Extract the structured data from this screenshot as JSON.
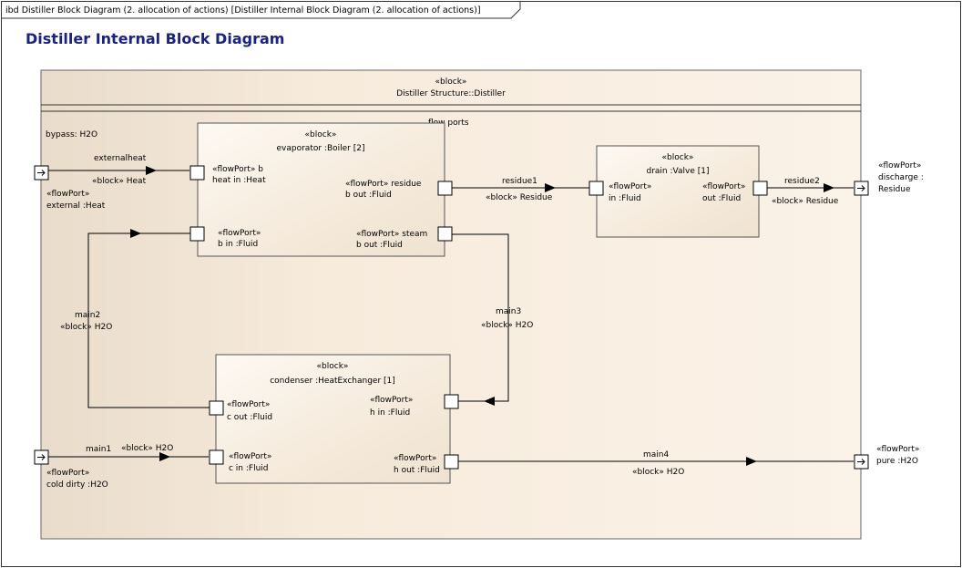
{
  "frame": {
    "tab_label": "ibd Distiller Block Diagram (2. allocation of actions) [Distiller Internal Block Diagram (2. allocation of actions)]"
  },
  "diagram_title": "Distiller Internal Block Diagram",
  "distiller": {
    "stereotype": "«block»",
    "name": "Distiller Structure::Distiller",
    "section": "flow ports",
    "bypass": "bypass: H2O"
  },
  "evaporator": {
    "stereotype": "«block»",
    "name": "evaporator :Boiler [2]",
    "ports": {
      "heat_in": [
        "«flowPort» b",
        "heat in :Heat"
      ],
      "residue_out": [
        "«flowPort» residue",
        "b out :Fluid"
      ],
      "b_in": [
        "«flowPort»",
        "b in :Fluid"
      ],
      "steam_out": [
        "«flowPort» steam",
        "b out :Fluid"
      ]
    }
  },
  "drain": {
    "stereotype": "«block»",
    "name": "drain :Valve [1]",
    "ports": {
      "in": [
        "«flowPort»",
        "in :Fluid"
      ],
      "out": [
        "«flowPort»",
        "out :Fluid"
      ]
    }
  },
  "condenser": {
    "stereotype": "«block»",
    "name": "condenser :HeatExchanger [1]",
    "ports": {
      "c_out": [
        "«flowPort»",
        "c out :Fluid"
      ],
      "h_in": [
        "«flowPort»",
        "h in :Fluid"
      ],
      "c_in": [
        "«flowPort»",
        "c in :Fluid"
      ],
      "h_out": [
        "«flowPort»",
        "h out :Fluid"
      ]
    }
  },
  "external_ports": {
    "external": [
      "«flowPort»",
      "external :Heat"
    ],
    "cold_dirty": [
      "«flowPort»",
      "cold dirty :H2O"
    ],
    "discharge": [
      "«flowPort»",
      "discharge :",
      "Residue"
    ],
    "pure": [
      "«flowPort»",
      "pure :H2O"
    ]
  },
  "connectors": {
    "externalheat": {
      "name": "externalheat",
      "type": "«block» Heat"
    },
    "residue1": {
      "name": "residue1",
      "type": "«block» Residue"
    },
    "residue2": {
      "name": "residue2",
      "type": "«block» Residue"
    },
    "main1": {
      "name": "main1",
      "type": "«block» H2O"
    },
    "main2": {
      "name": "main2",
      "type": "«block» H2O"
    },
    "main3": {
      "name": "main3",
      "type": "«block» H2O"
    },
    "main4": {
      "name": "main4",
      "type": "«block» H2O"
    }
  },
  "colors": {
    "block_fill": "#f7ebdc",
    "block_fill_light": "#fbf5ee",
    "title": "#1a237e"
  }
}
